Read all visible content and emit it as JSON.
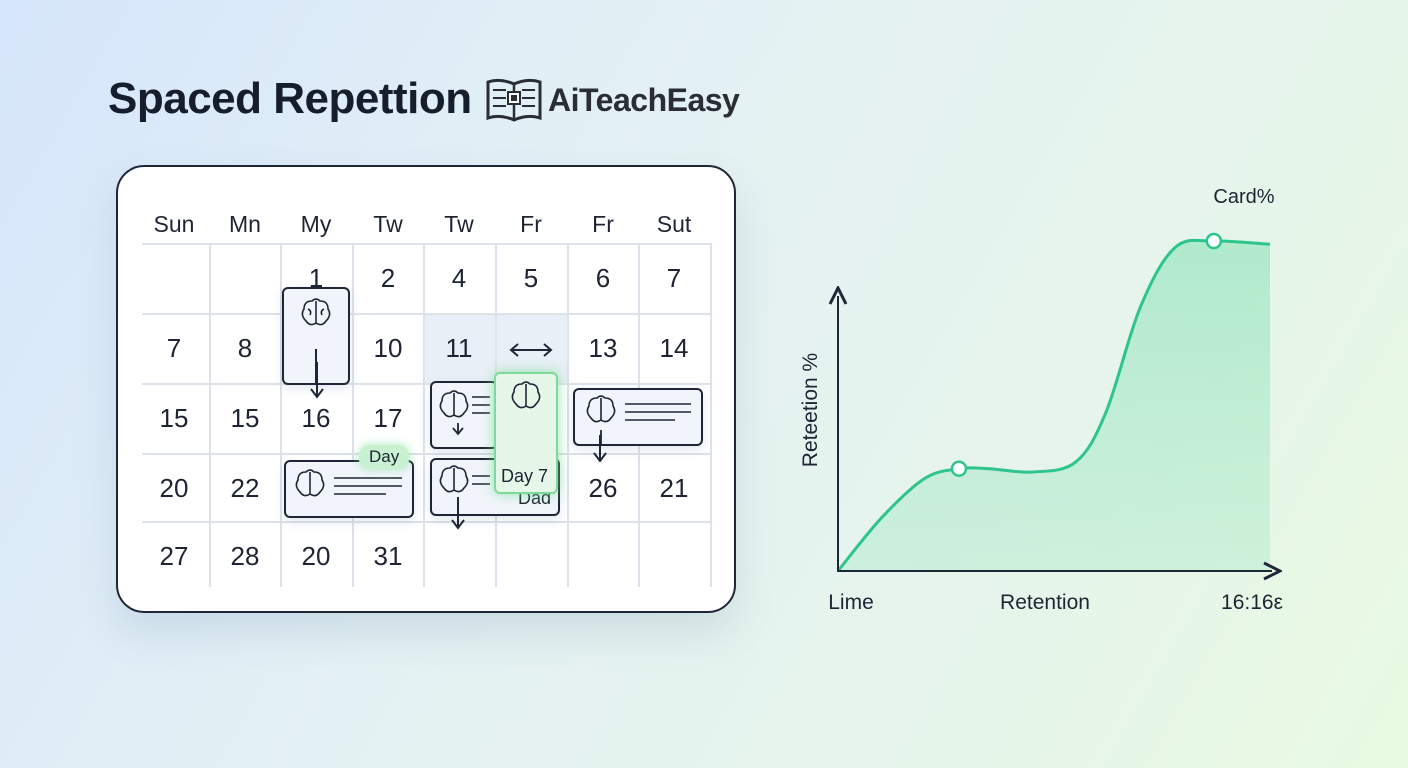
{
  "header": {
    "title": "Spaced Repettion",
    "logo_text": "AiTeachEasy",
    "logo_icon": "open-book-chip-icon"
  },
  "calendar": {
    "weekdays": [
      "Sun",
      "Mn",
      "My",
      "Tw",
      "Tw",
      "Fr",
      "Fr",
      "Sut"
    ],
    "rows": [
      [
        "",
        "",
        "1",
        "2",
        "4",
        "5",
        "6",
        "7"
      ],
      [
        "7",
        "8",
        "",
        "10",
        "11",
        "",
        "13",
        "14"
      ],
      [
        "15",
        "15",
        "16",
        "17",
        "",
        "",
        "",
        ""
      ],
      [
        "20",
        "22",
        "",
        "",
        "",
        "",
        "26",
        "21"
      ],
      [
        "27",
        "28",
        "20",
        "31",
        "",
        "",
        "",
        ""
      ]
    ],
    "highlighted_cells": [
      [
        1,
        4
      ],
      [
        1,
        5
      ]
    ],
    "swap_icon": "double-arrow-icon",
    "card_icon": "brain-icon",
    "cards": {
      "day_pill": "Day",
      "day7_label": "Day 7",
      "dad_label": "Dad"
    },
    "accent_color": "#2ec48d",
    "glow_color": "#7fd99a"
  },
  "chart": {
    "ylabel": "Reteetion %",
    "top_label": "Card%",
    "xlabels": [
      "Lime",
      "Retention",
      "16:16ε"
    ],
    "line_color": "#2ec48d"
  },
  "chart_data": {
    "type": "area",
    "title": "",
    "ylabel": "Reteetion %",
    "xlabel": "",
    "x": [
      0,
      0.1,
      0.2,
      0.28,
      0.35,
      0.45,
      0.55,
      0.62,
      0.7,
      0.78,
      0.87,
      1.0
    ],
    "series": [
      {
        "values": [
          0,
          0.16,
          0.28,
          0.31,
          0.31,
          0.3,
          0.33,
          0.48,
          0.8,
          0.98,
          1.0,
          0.99
        ]
      }
    ],
    "markers": [
      {
        "x": 0.28,
        "y": 0.31
      },
      {
        "x": 0.87,
        "y": 1.0
      }
    ],
    "grid": false,
    "legend": "none"
  }
}
